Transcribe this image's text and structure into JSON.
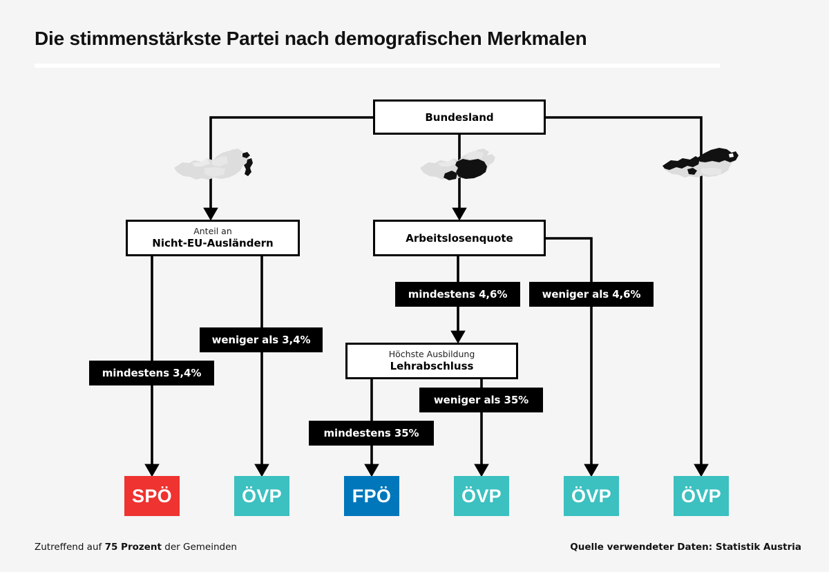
{
  "header": {
    "title": "Die stimmenstärkste Partei nach demografischen Merkmalen"
  },
  "nodes": [
    {
      "id": "bundesland",
      "sub": "",
      "main": "Bundesland"
    },
    {
      "id": "nicht-eu",
      "sub": "Anteil an",
      "main": "Nicht-EU-Ausländern"
    },
    {
      "id": "arbeitslosenquote",
      "sub": "",
      "main": "Arbeitslosenquote"
    },
    {
      "id": "lehrabschluss",
      "sub": "Höchste Ausbildung",
      "main": "Lehrabschluss"
    }
  ],
  "chips": [
    {
      "id": "chip-mindestens-4-6",
      "label": "mindestens 4,6%"
    },
    {
      "id": "chip-weniger-4-6",
      "label": "weniger als 4,6%"
    },
    {
      "id": "chip-weniger-3-4",
      "label": "weniger als 3,4%"
    },
    {
      "id": "chip-mindestens-3-4",
      "label": "mindestens 3,4%"
    },
    {
      "id": "chip-weniger-35",
      "label": "weniger als 35%"
    },
    {
      "id": "chip-mindestens-35",
      "label": "mindestens 35%"
    }
  ],
  "results": [
    {
      "id": "result-1",
      "label": "SPÖ",
      "color": "#ee3330"
    },
    {
      "id": "result-2",
      "label": "ÖVP",
      "color": "#3cc0c0"
    },
    {
      "id": "result-3",
      "label": "FPÖ",
      "color": "#0077bb"
    },
    {
      "id": "result-4",
      "label": "ÖVP",
      "color": "#3cc0c0"
    },
    {
      "id": "result-5",
      "label": "ÖVP",
      "color": "#3cc0c0"
    },
    {
      "id": "result-6",
      "label": "ÖVP",
      "color": "#3cc0c0"
    }
  ],
  "maps": [
    {
      "id": "map-ost",
      "name": "austria-map-east-highlighted"
    },
    {
      "id": "map-sued",
      "name": "austria-map-south-highlighted"
    },
    {
      "id": "map-west",
      "name": "austria-map-west-north-highlighted"
    }
  ],
  "footer": {
    "left_prefix": "Zutreffend auf ",
    "left_strong": "75 Prozent",
    "left_suffix": " der Gemeinden",
    "right": "Quelle verwendeter Daten: Statistik Austria"
  },
  "colors": {
    "background": "#f5f5f5",
    "ink": "#000000",
    "rule": "#ffffff",
    "spoe": "#ee3330",
    "oevp": "#3cc0c0",
    "fpoe": "#0077bb",
    "map_base": "#dddddd",
    "map_highlight": "#111111"
  }
}
